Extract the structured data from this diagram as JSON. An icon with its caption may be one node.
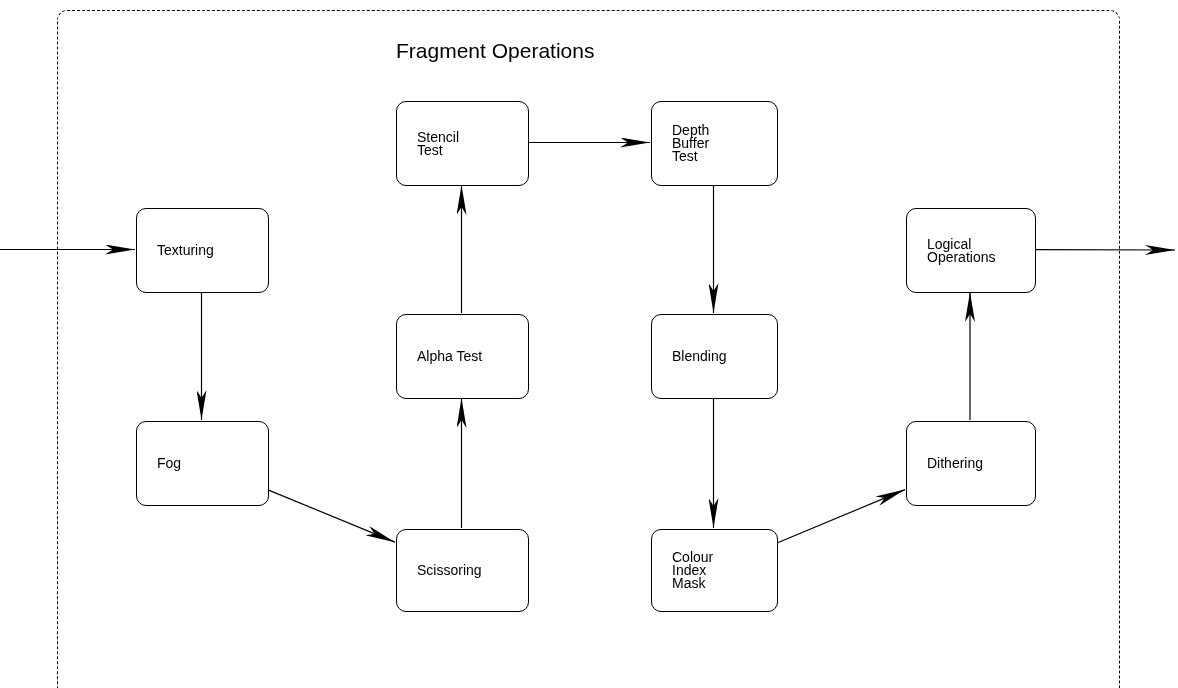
{
  "diagram": {
    "nodes": [
      {
        "text": [
          "Fragment Operations"
        ]
      },
      {
        "text": [
          "Texturing"
        ],
        "in": 0
      },
      {
        "text": [
          "Fog"
        ],
        "in": 0
      },
      {
        "text": [
          "Scissoring"
        ],
        "in": 0
      },
      {
        "text": [
          "Alpha Test"
        ],
        "in": 0
      },
      {
        "text": [
          "Stencil Test"
        ],
        "in": 0
      },
      {
        "text": [
          "Depth Buffer Test"
        ],
        "in": 0
      },
      {
        "text": [
          "Blending"
        ],
        "in": 0
      },
      {
        "text": [
          "Colour Index Mask"
        ],
        "in": 0
      },
      {
        "text": [
          "Dithering"
        ],
        "in": 0
      },
      {
        "text": [
          "Logical Operations"
        ],
        "in": 0
      }
    ],
    "edges": [
      {
        "from": null,
        "to": 1,
        "arrow": "to"
      },
      {
        "from": 1,
        "to": 2,
        "arrow": "to"
      },
      {
        "from": 2,
        "to": 3,
        "arrow": "to"
      },
      {
        "from": 3,
        "to": 4,
        "arrow": "to"
      },
      {
        "from": 4,
        "to": 5,
        "arrow": "to"
      },
      {
        "from": 5,
        "to": 6,
        "arrow": "to"
      },
      {
        "from": 6,
        "to": 7,
        "arrow": "to"
      },
      {
        "from": 7,
        "to": 8,
        "arrow": "to"
      },
      {
        "from": 8,
        "to": 9,
        "arrow": "to"
      },
      {
        "from": 9,
        "to": 10,
        "arrow": "to"
      },
      {
        "from": 10,
        "to": null,
        "arrow": "to"
      }
    ]
  }
}
